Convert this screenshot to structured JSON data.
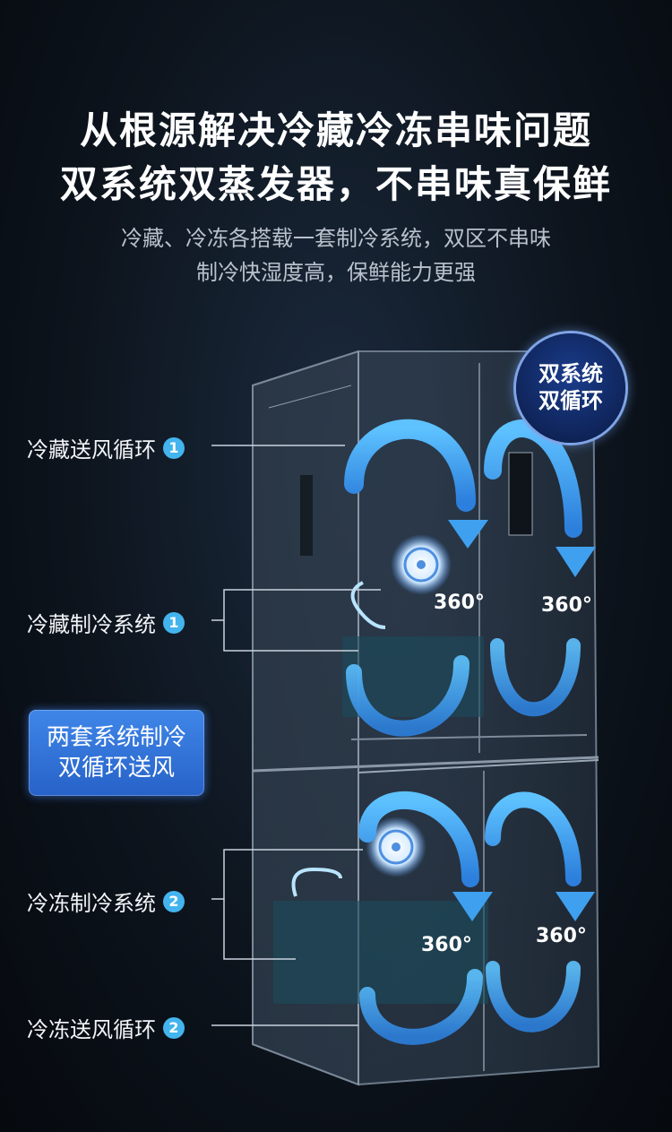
{
  "headline": {
    "line1": "从根源解决冷藏冷冻串味问题",
    "line2": "双系统双蒸发器，不串味真保鲜"
  },
  "subtitle": {
    "line1": "冷藏、冷冻各搭载一套制冷系统，双区不串味",
    "line2": "制冷快湿度高，保鲜能力更强"
  },
  "badge": {
    "line1": "双系统",
    "line2": "双循环"
  },
  "labels": [
    {
      "text": "冷藏送风循环",
      "num": "1"
    },
    {
      "text": "冷藏制冷系统",
      "num": "1"
    },
    {
      "text": "冷冻制冷系统",
      "num": "2"
    },
    {
      "text": "冷冻送风循环",
      "num": "2"
    }
  ],
  "promo": {
    "line1": "两套系统制冷",
    "line2": "双循环送风"
  },
  "degrees": [
    "360°",
    "360°",
    "360°",
    "360°"
  ],
  "colors": {
    "accent": "#43b4ee",
    "promo": "#2f6fd8",
    "arrow": "#3fa0f0"
  }
}
